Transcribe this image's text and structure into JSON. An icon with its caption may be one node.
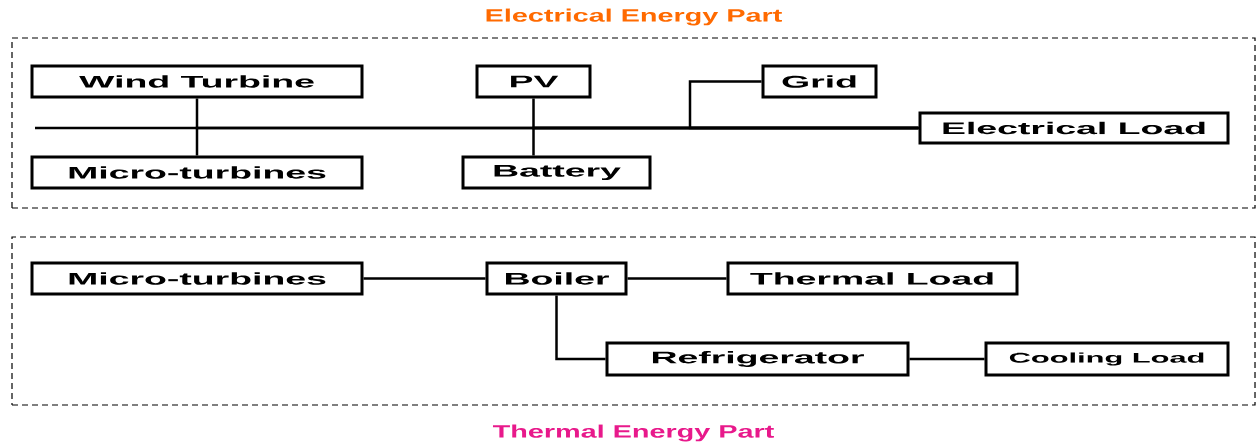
{
  "diagram": {
    "nodes": [
      {
        "text": [
          "Electrical Energy Part"
        ]
      },
      {
        "text": [
          "Wind Turbine"
        ],
        "in": 0
      },
      {
        "text": [
          "PV"
        ],
        "in": 0
      },
      {
        "text": [
          "Grid"
        ],
        "in": 0
      },
      {
        "text": [
          "Micro-turbines"
        ],
        "in": 0
      },
      {
        "text": [
          "Battery"
        ],
        "in": 0
      },
      {
        "text": [
          "Electrical Load"
        ],
        "in": 0
      },
      {
        "text": [
          "Thermal Energy Part"
        ]
      },
      {
        "text": [
          "Micro-turbines"
        ],
        "in": 7
      },
      {
        "text": [
          "Boiler"
        ],
        "in": 7
      },
      {
        "text": [
          "Thermal Load"
        ],
        "in": 7
      },
      {
        "text": [
          "Refrigerator"
        ],
        "in": 7
      },
      {
        "text": [
          "Cooling Load"
        ],
        "in": 7
      }
    ],
    "edges": [
      {
        "from": 1,
        "to": 6,
        "arrow": "none"
      },
      {
        "from": 4,
        "to": 6,
        "arrow": "none"
      },
      {
        "from": 2,
        "to": 6,
        "arrow": "none"
      },
      {
        "from": 5,
        "to": 6,
        "arrow": "none"
      },
      {
        "from": 3,
        "to": 6,
        "arrow": "none"
      },
      {
        "from": 8,
        "to": 9,
        "arrow": "none"
      },
      {
        "from": 9,
        "to": 10,
        "arrow": "none"
      },
      {
        "from": 9,
        "to": 11,
        "arrow": "none"
      },
      {
        "from": 11,
        "to": 12,
        "arrow": "none"
      }
    ]
  }
}
